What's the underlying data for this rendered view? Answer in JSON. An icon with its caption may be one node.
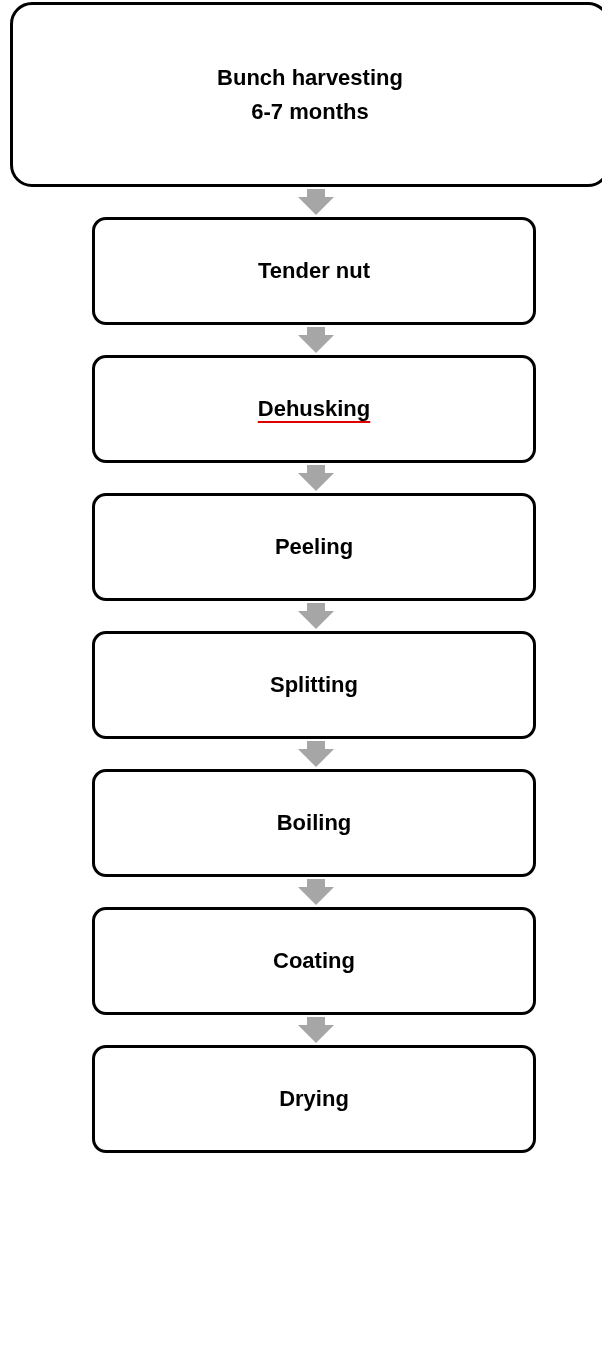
{
  "diagram": {
    "nodes": [
      {
        "text": [
          "Bunch harvesting",
          "6-7 months"
        ]
      },
      {
        "text": [
          "Tender nut"
        ]
      },
      {
        "text": [
          "Dehusking"
        ]
      },
      {
        "text": [
          "Peeling"
        ]
      },
      {
        "text": [
          "Splitting"
        ]
      },
      {
        "text": [
          "Boiling"
        ]
      },
      {
        "text": [
          "Coating"
        ]
      },
      {
        "text": [
          "Drying"
        ]
      }
    ],
    "edges": [
      {
        "from": 0,
        "to": 1,
        "arrow": "to"
      },
      {
        "from": 1,
        "to": 2,
        "arrow": "to"
      },
      {
        "from": 2,
        "to": 3,
        "arrow": "to"
      },
      {
        "from": 3,
        "to": 4,
        "arrow": "to"
      },
      {
        "from": 4,
        "to": 5,
        "arrow": "to"
      },
      {
        "from": 5,
        "to": 6,
        "arrow": "to"
      },
      {
        "from": 6,
        "to": 7,
        "arrow": "to"
      }
    ]
  }
}
